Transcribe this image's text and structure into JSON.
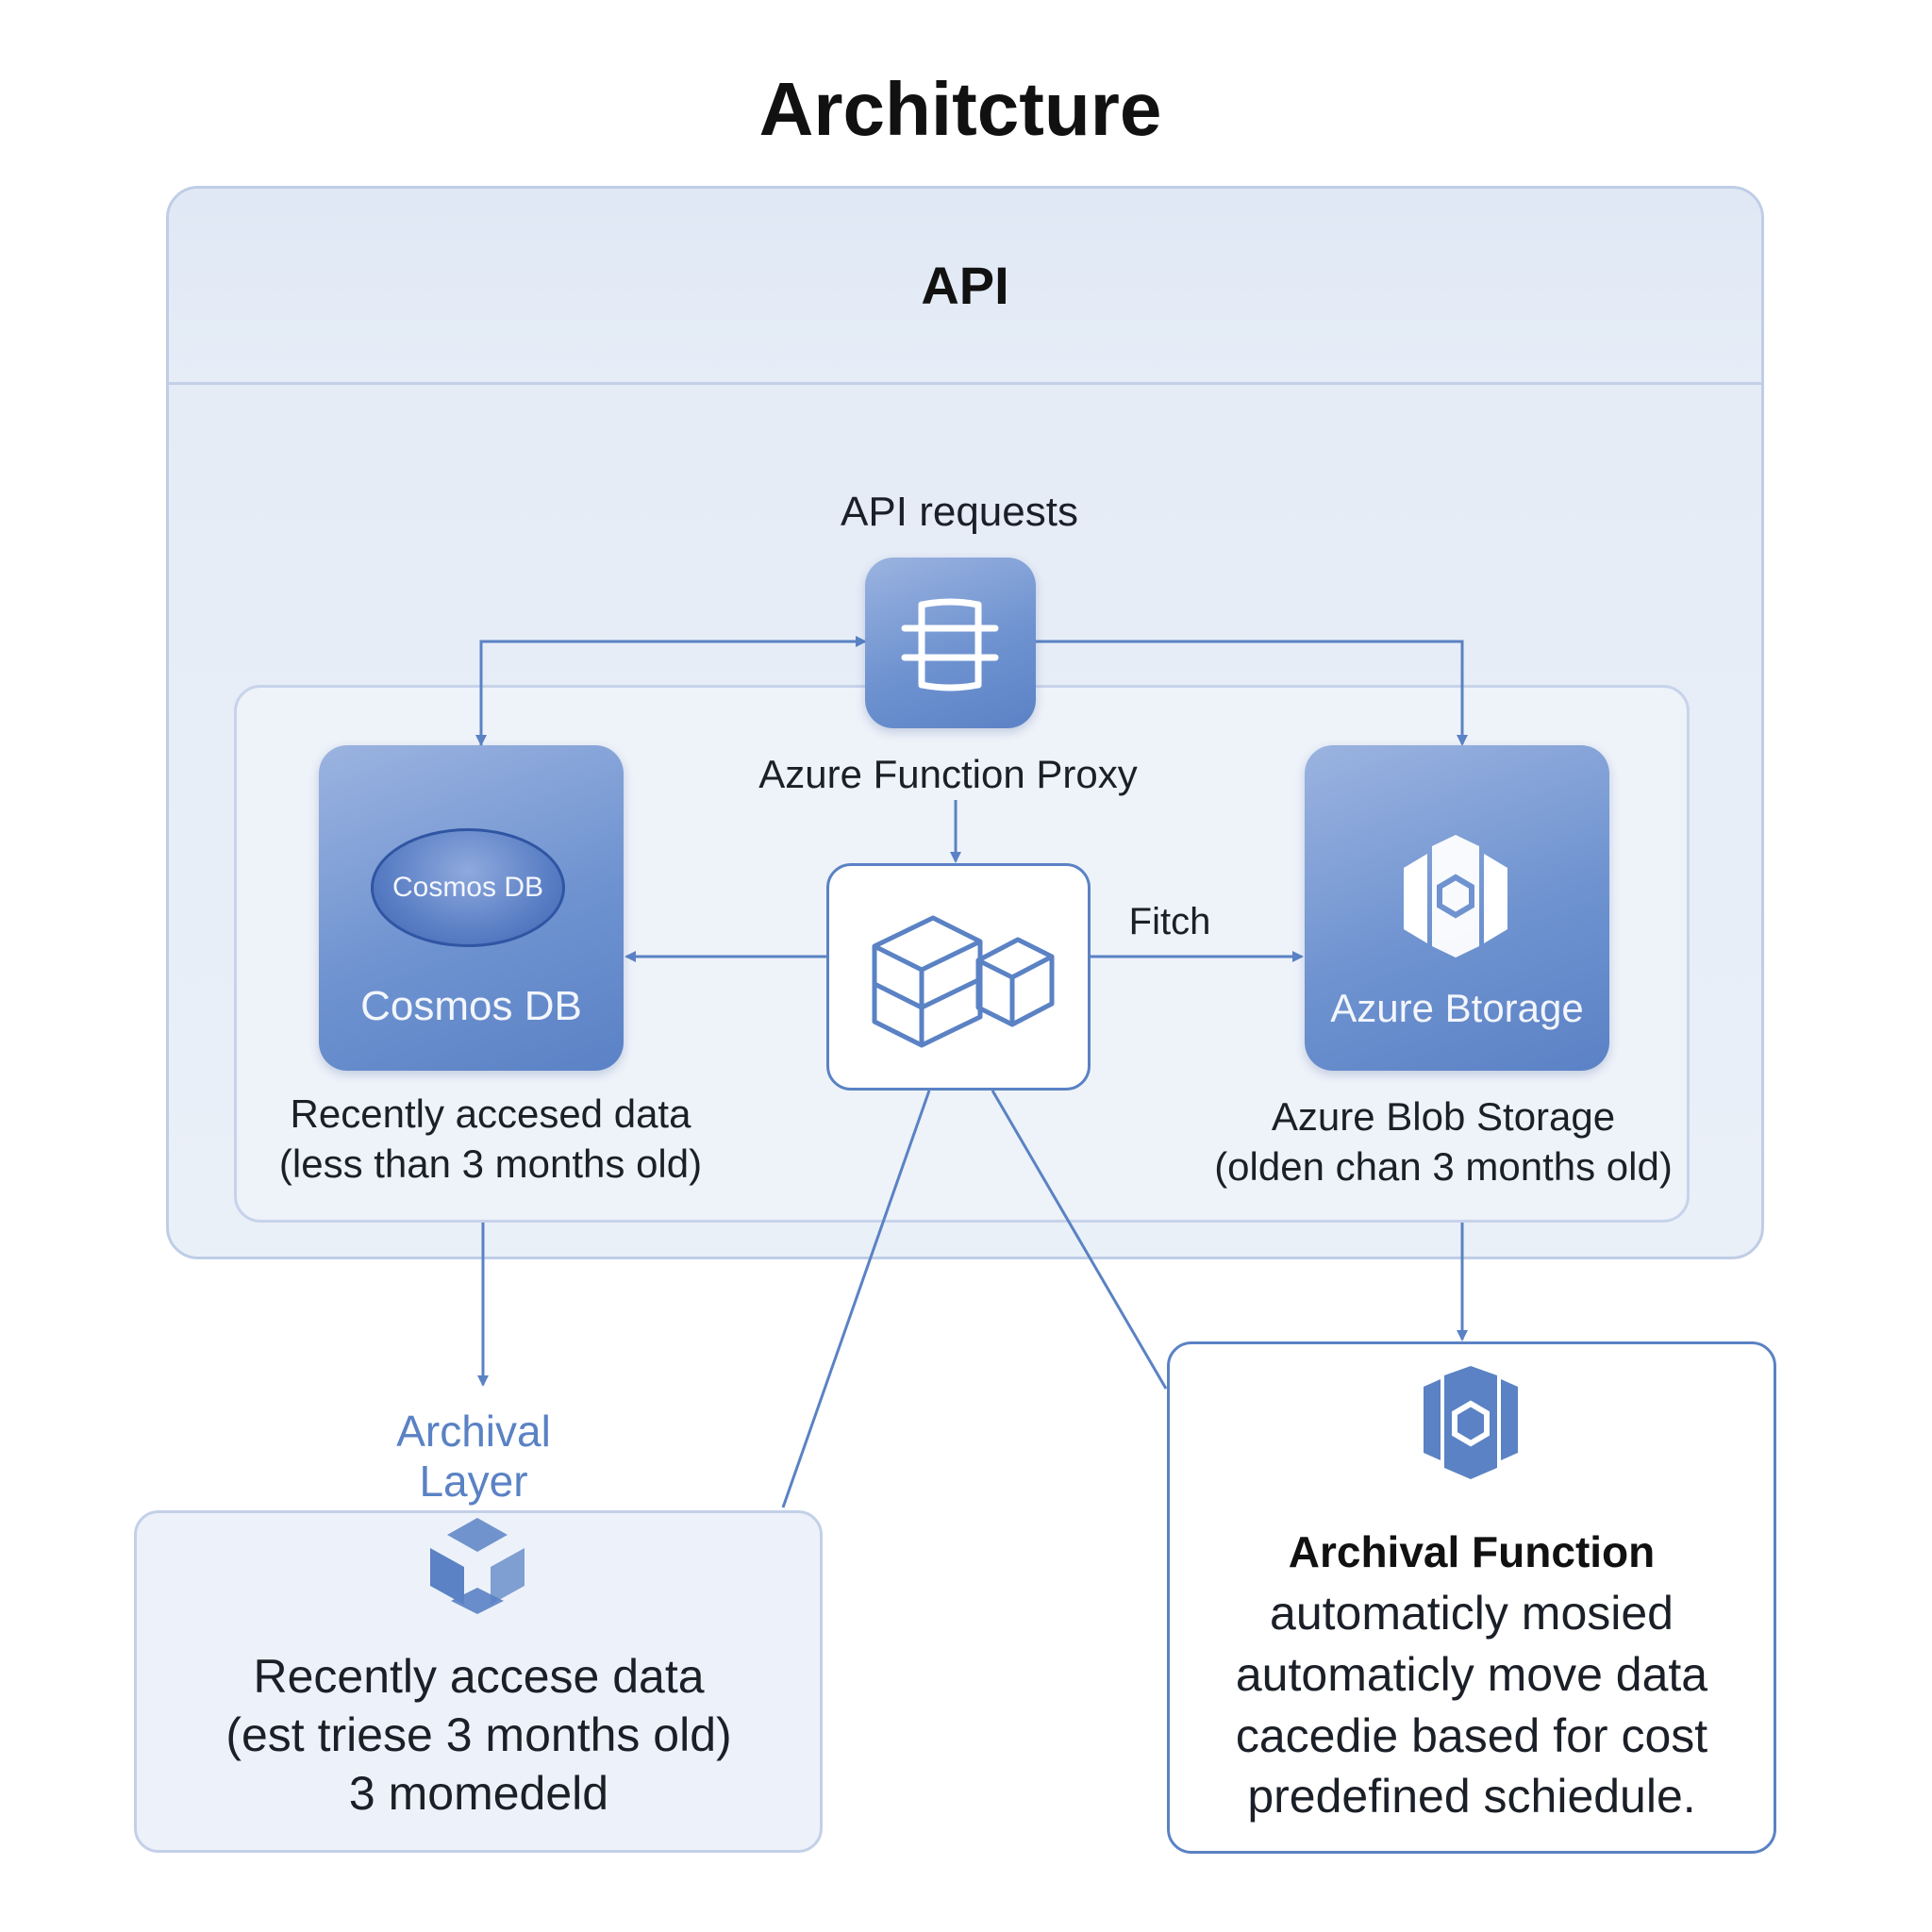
{
  "title": "Architcture",
  "api_header": "API",
  "api_requests_label": "API requests",
  "proxy": {
    "label": "Azure Function Proxy"
  },
  "fetch_label": "Fitch",
  "cosmos": {
    "pill_text": "Cosmos DB",
    "tile_label": "Cosmos DB",
    "caption_line1": "Recently accesed data",
    "caption_line2": "(less than 3 months old)"
  },
  "storage": {
    "tile_label": "Azure Btorage",
    "caption_line1": "Azure Blob Storage",
    "caption_line2": "(olden chan 3 months old)"
  },
  "archival_layer": {
    "heading_line1": "Archival",
    "heading_line2": "Layer",
    "line1": "Recently accese data",
    "line2": "(est triese 3 months old)",
    "line3": "3 momedeld"
  },
  "archival_function": {
    "title": "Archival Function",
    "line1": "automaticly mosied",
    "line2": "automaticly move data",
    "line3": "cacedie based for cost",
    "line4": "predefined schiedule."
  },
  "colors": {
    "accent": "#5a82c4",
    "tile_blue": "#6f93d0",
    "panel_bg": "#e6edf7",
    "heading_blue": "#5a82c4"
  },
  "icons": {
    "proxy": "grid-hub-icon",
    "compute": "cubes-icon",
    "storage": "storage-hexagon-icon",
    "archival_layer": "hex-cube-icon",
    "archival_function": "function-hexagon-icon"
  }
}
